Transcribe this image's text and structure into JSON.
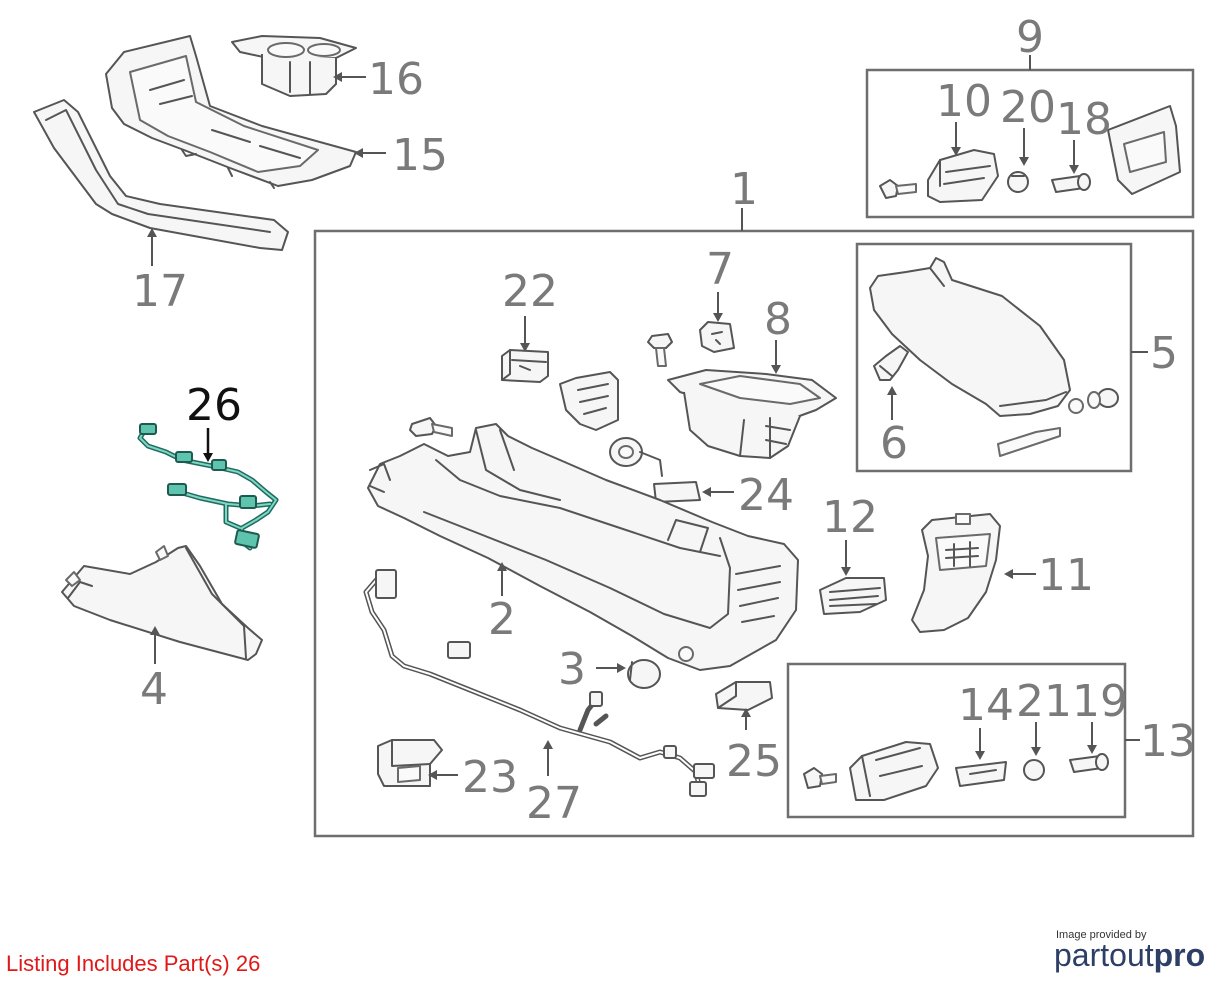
{
  "callouts": {
    "c1": "1",
    "c2": "2",
    "c3": "3",
    "c4": "4",
    "c5": "5",
    "c6": "6",
    "c7": "7",
    "c8": "8",
    "c9": "9",
    "c10": "10",
    "c11": "11",
    "c12": "12",
    "c13": "13",
    "c14": "14",
    "c15": "15",
    "c16": "16",
    "c17": "17",
    "c18": "18",
    "c19": "19",
    "c20": "20",
    "c21": "21",
    "c22": "22",
    "c23": "23",
    "c24": "24",
    "c25": "25",
    "c26": "26",
    "c27": "27"
  },
  "highlighted_part": "26",
  "highlight_color": "#1f6b5f",
  "listing_text": "Listing Includes Part(s) 26",
  "listing_color": "#e01818",
  "credit": {
    "small_text": "Image provided by",
    "brand_part1": "partout",
    "brand_part2": "pro",
    "brand_color": "#2d3f66"
  }
}
